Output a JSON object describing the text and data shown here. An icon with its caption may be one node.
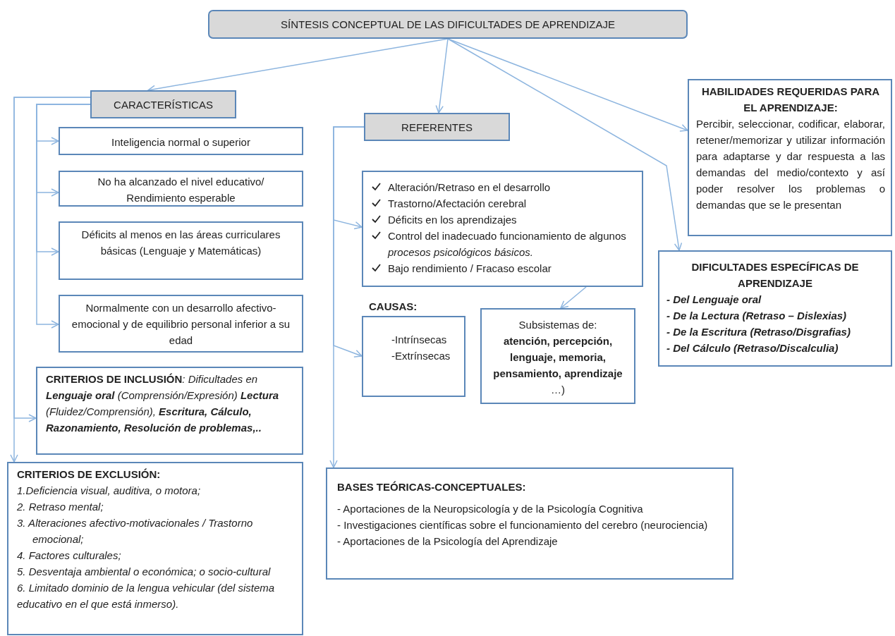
{
  "diagram": {
    "nodes": [
      {
        "text": [
          "SÍNTESIS CONCEPTUAL DE LAS DIFICULTADES DE APRENDIZAJE"
        ]
      },
      {
        "text": [
          "CARACTERÍSTICAS"
        ]
      },
      {
        "text": [
          "Inteligencia normal o superior"
        ]
      },
      {
        "text": [
          "No ha alcanzado el nivel educativo/ Rendimiento esperable"
        ]
      },
      {
        "text": [
          "Déficits al menos en las áreas curriculares básicas (Lenguaje y Matemáticas)"
        ]
      },
      {
        "text": [
          "Normalmente con un desarrollo afectivo-emocional y de equilibrio personal inferior a su edad"
        ]
      },
      {
        "text": [
          "CRITERIOS DE INCLUSIÓN",
          ": Dificultades en **Lenguaje oral** (Comprensión/Expresión) **Lectura** (Fluidez/Comprensión), **Escritura, Cálculo, Razonamiento, Resolución de problemas,..**"
        ]
      },
      {
        "text": [
          "CRITERIOS DE EXCLUSIÓN:",
          "1.Deficiencia visual, auditiva, o motora;",
          "2. Retraso mental;",
          "3. Alteraciones afectivo-motivacionales / Trastorno emocional;",
          "4. Factores culturales;",
          "5. Desventaja ambiental o económica; o socio-cultural",
          "6. Limitado dominio de la lengua vehicular (del sistema educativo en el que está inmerso)."
        ]
      },
      {
        "text": [
          "REFERENTES"
        ]
      },
      {
        "text": [
          "Alteración/Retraso en el desarrollo",
          "Trastorno/Afectación cerebral",
          "Déficits en los aprendizajes",
          "Control del inadecuado funcionamiento de algunos *procesos psicológicos básicos.*",
          "Bajo rendimiento / Fracaso escolar"
        ]
      },
      {
        "text": [
          "CAUSAS:",
          "-Intrínsecas",
          "-Extrínsecas"
        ]
      },
      {
        "text": [
          "Subsistemas de:",
          "**atención, percepción, lenguaje, memoria, pensamiento, aprendizaje** …)"
        ]
      },
      {
        "text": [
          "HABILIDADES REQUERIDAS PARA EL APRENDIZAJE:",
          "Percibir, seleccionar, codificar, elaborar, retener/memorizar y utilizar información para adaptarse y dar respuesta a las demandas del medio/contexto y así poder resolver los problemas o demandas que se le presentan"
        ]
      },
      {
        "text": [
          "DIFICULTADES ESPECÍFICAS DE APRENDIZAJE",
          "- Del Lenguaje oral",
          "- De la Lectura (Retraso – Dislexias)",
          "- De la Escritura (Retraso/Disgrafias)",
          "- Del Cálculo (Retraso/Discalculia)"
        ]
      },
      {
        "text": [
          "BASES TEÓRICAS-CONCEPTUALES:",
          "- Aportaciones de la Neuropsicología y de la Psicología Cognitiva",
          "- Investigaciones científicas sobre el funcionamiento del cerebro (neurociencia)",
          "- Aportaciones de la Psicología del Aprendizaje"
        ]
      }
    ],
    "edges": [
      {
        "from": 0,
        "to": 1,
        "arrow": "to"
      },
      {
        "from": 0,
        "to": 8,
        "arrow": "to"
      },
      {
        "from": 0,
        "to": 12,
        "arrow": "to"
      },
      {
        "from": 0,
        "to": 13,
        "arrow": "to"
      },
      {
        "from": 1,
        "to": 2,
        "arrow": "to"
      },
      {
        "from": 1,
        "to": 3,
        "arrow": "to"
      },
      {
        "from": 1,
        "to": 4,
        "arrow": "to"
      },
      {
        "from": 1,
        "to": 5,
        "arrow": "to"
      },
      {
        "from": 1,
        "to": 6,
        "arrow": "to"
      },
      {
        "from": 1,
        "to": 7,
        "arrow": "to"
      },
      {
        "from": 8,
        "to": 9,
        "arrow": "to"
      },
      {
        "from": 8,
        "to": 10,
        "arrow": "to"
      },
      {
        "from": 8,
        "to": 14,
        "arrow": "to"
      },
      {
        "from": 9,
        "to": 11,
        "arrow": "to"
      }
    ]
  }
}
